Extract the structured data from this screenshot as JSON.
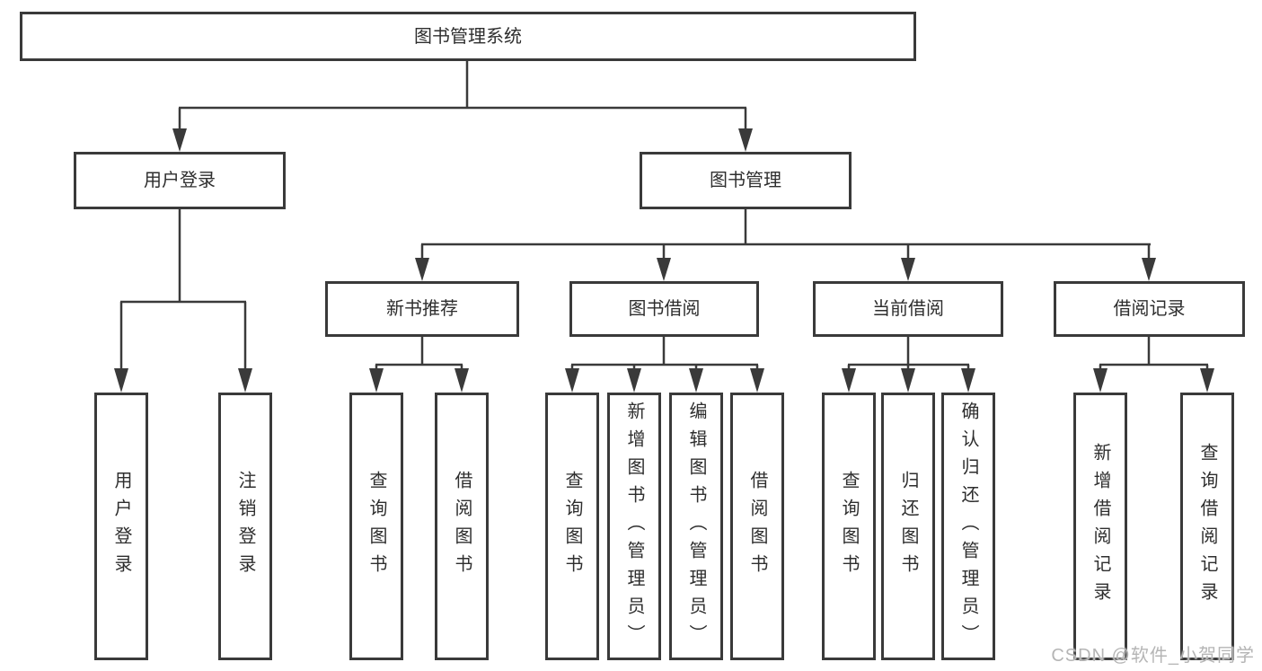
{
  "diagram": {
    "root": "图书管理系统",
    "branches": [
      {
        "label": "用户登录",
        "leaves": [
          "用户登录",
          "注销登录"
        ]
      },
      {
        "label": "图书管理",
        "groups": [
          {
            "label": "新书推荐",
            "leaves": [
              "查询图书",
              "借阅图书"
            ]
          },
          {
            "label": "图书借阅",
            "leaves": [
              "查询图书",
              "新增图书（管理员）",
              "编辑图书（管理员）",
              "借阅图书"
            ]
          },
          {
            "label": "当前借阅",
            "leaves": [
              "查询图书",
              "归还图书",
              "确认归还（管理员）"
            ]
          },
          {
            "label": "借阅记录",
            "leaves": [
              "新增借阅记录",
              "查询借阅记录"
            ]
          }
        ]
      }
    ]
  },
  "watermark": "CSDN @软件_小贺同学",
  "colors": {
    "line": "#3a3a3a",
    "text": "#2e2e2e",
    "background": "#ffffff",
    "watermark": "#b5b5b5"
  }
}
